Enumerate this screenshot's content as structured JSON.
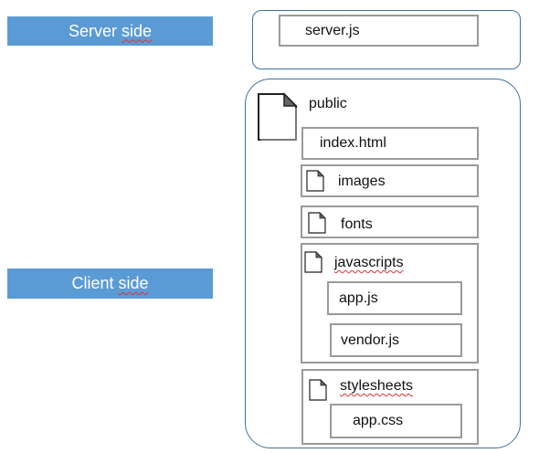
{
  "labels": {
    "server": {
      "word1": "Server",
      "word2": "side"
    },
    "client": {
      "word1": "Client",
      "word2": "side"
    }
  },
  "server": {
    "file": "server.js"
  },
  "public": {
    "folder": "public",
    "index": "index.html",
    "images": "images",
    "fonts": "fonts",
    "javascripts": {
      "name": "javascripts",
      "files": [
        "app.js",
        "vendor.js"
      ]
    },
    "stylesheets": {
      "name": "stylesheets",
      "files": [
        "app.css"
      ]
    }
  },
  "colors": {
    "label_fill": "#5b9bd5",
    "group_border": "#41719c",
    "box_border": "#9a9a9a"
  }
}
